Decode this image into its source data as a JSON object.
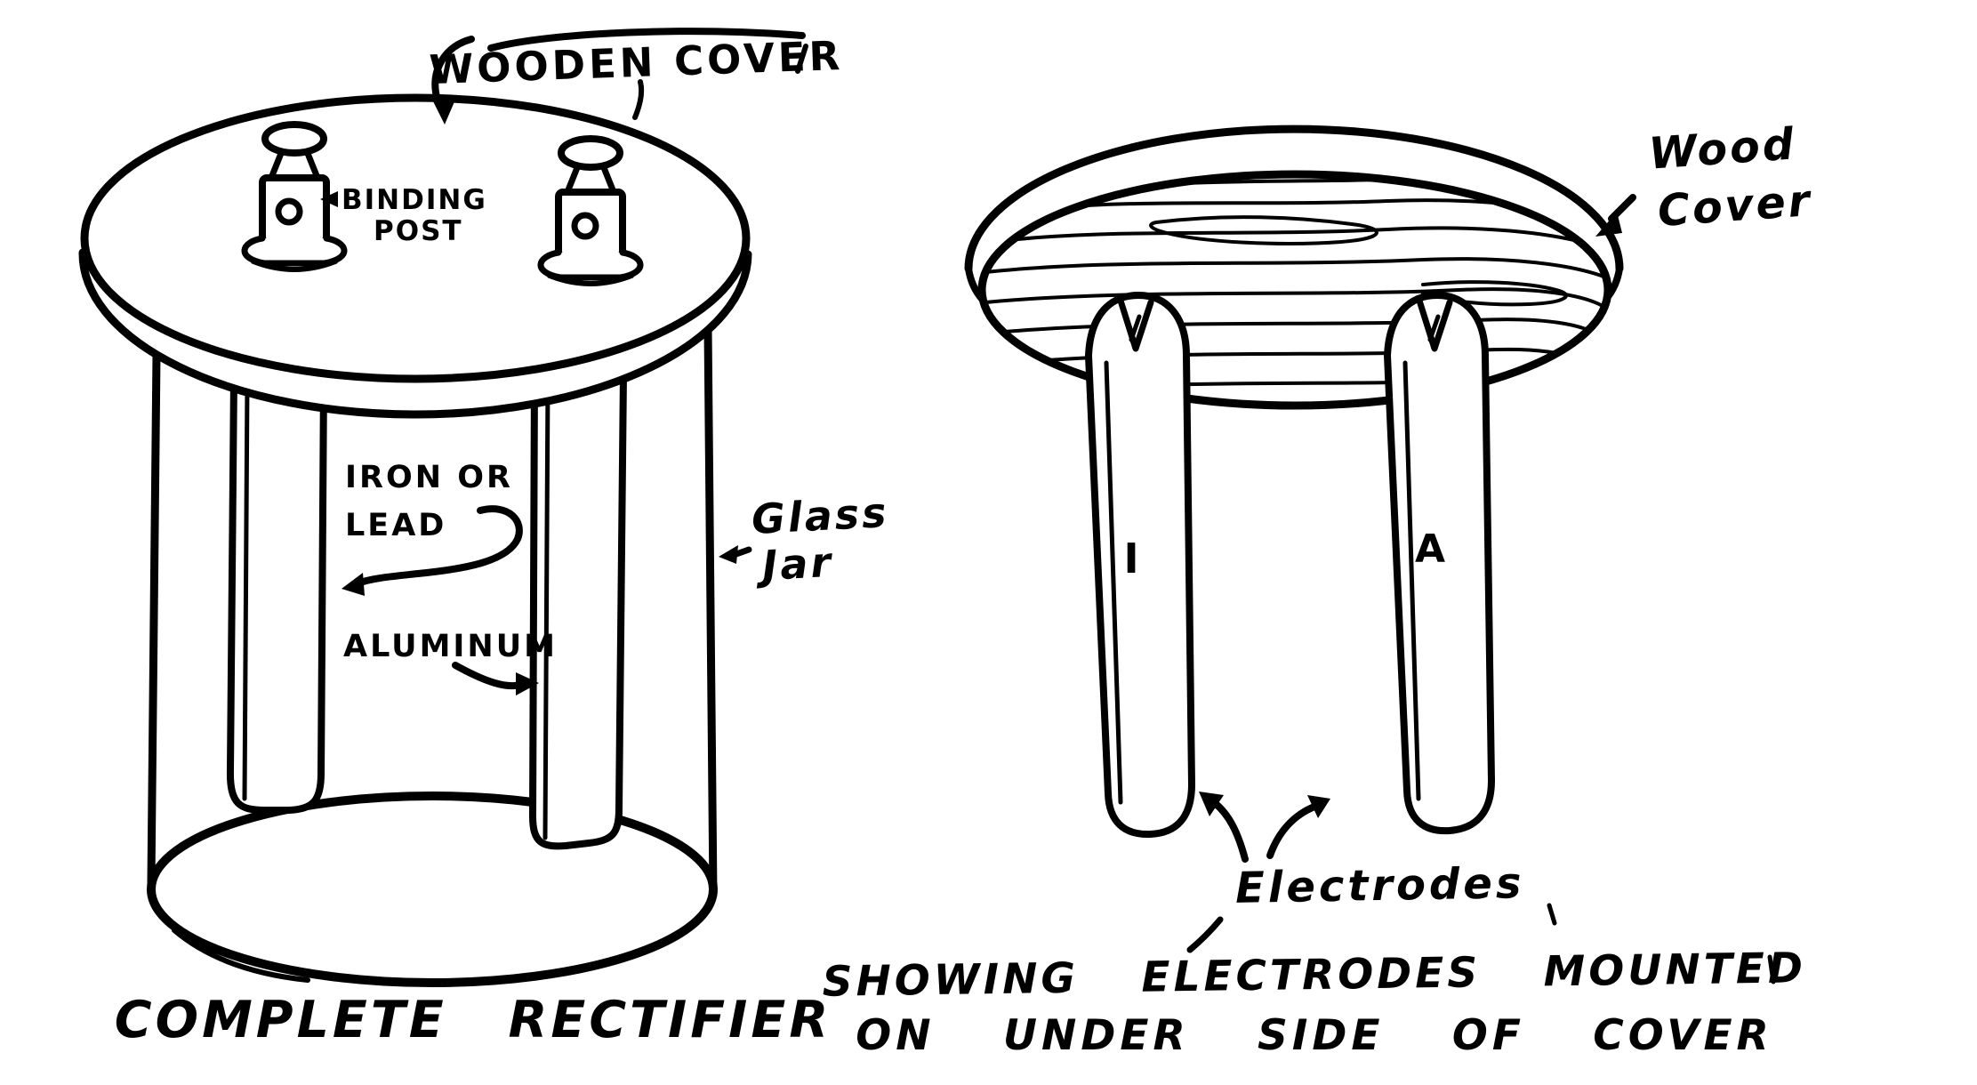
{
  "colors": {
    "ink": "#000000",
    "paper": "#ffffff"
  },
  "left_diagram": {
    "caption": "COMPLETE RECTIFIER",
    "labels": {
      "wooden_cover": "WOODEN COVER",
      "binding_post": {
        "line1": "BINDING",
        "line2": "POST"
      },
      "iron_or_lead": {
        "line1": "IRON OR",
        "line2": "LEAD"
      },
      "aluminum": "ALUMINUM",
      "glass_jar": {
        "line1": "Glass",
        "line2": "Jar"
      }
    }
  },
  "right_diagram": {
    "caption": {
      "line1": "SHOWING ELECTRODES MOUNTED",
      "line2": "ON UNDER SIDE OF COVER"
    },
    "labels": {
      "wood_cover": {
        "line1": "Wood",
        "line2": "Cover"
      },
      "electrodes": "Electrodes",
      "left_electrode_letter": "I",
      "right_electrode_letter": "A"
    }
  }
}
